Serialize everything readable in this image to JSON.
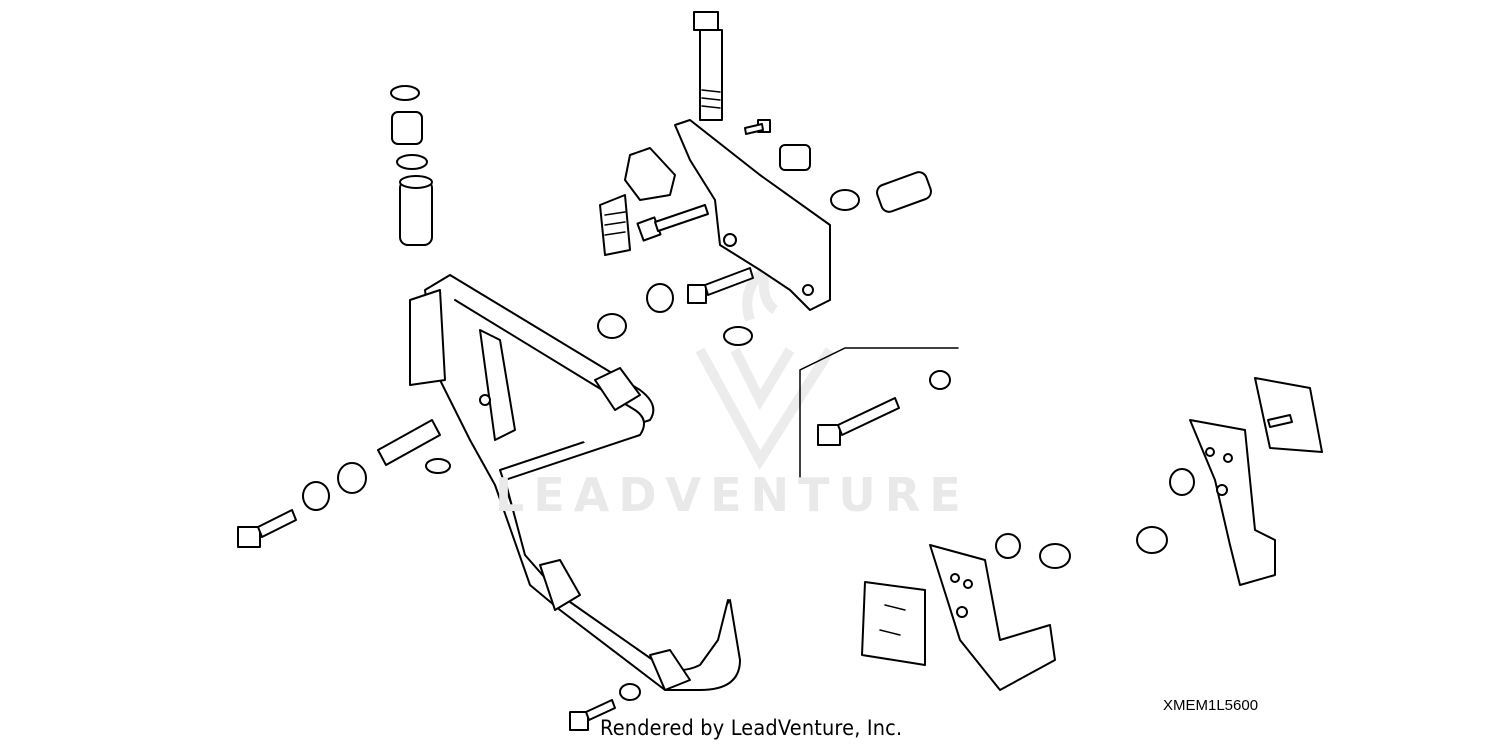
{
  "diagram": {
    "part_code": "XMEM1L5600",
    "credit": "Rendered by LeadVenture, Inc.",
    "watermark": "LEADVENTURE"
  }
}
